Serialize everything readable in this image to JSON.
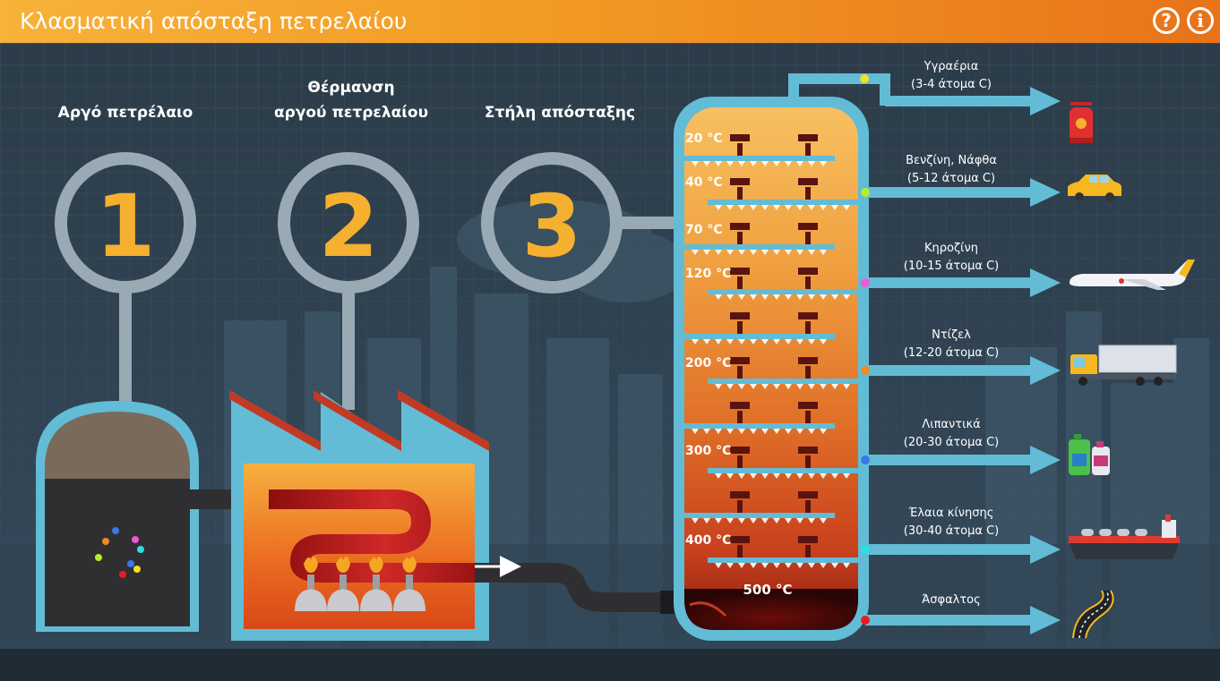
{
  "app": {
    "title": "Κλασματική απόσταξη πετρελαίου",
    "help_label": "?",
    "info_label": "i"
  },
  "steps": [
    {
      "number": "1",
      "label_line1": "",
      "label_line2": "Αργό πετρέλαιο"
    },
    {
      "number": "2",
      "label_line1": "Θέρμανση",
      "label_line2": "αργού πετρελαίου"
    },
    {
      "number": "3",
      "label_line1": "",
      "label_line2": "Στήλη απόσταξης"
    }
  ],
  "column": {
    "temperatures": [
      "20 °C",
      "40 °C",
      "70 °C",
      "120 °C",
      "200 °C",
      "300 °C",
      "400 °C",
      "500 °C"
    ]
  },
  "fractions": [
    {
      "name": "Υγραέρια",
      "carbons": "(3-4 άτομα C)",
      "dot_color": "#f2e12a",
      "icon": "gas-cylinder-icon"
    },
    {
      "name": "Βενζίνη, Νάφθα",
      "carbons": "(5-12 άτομα C)",
      "dot_color": "#b6ee2a",
      "icon": "car-icon"
    },
    {
      "name": "Κηροζίνη",
      "carbons": "(10-15 άτομα C)",
      "dot_color": "#ee5ad6",
      "icon": "airplane-icon"
    },
    {
      "name": "Ντίζελ",
      "carbons": "(12-20 άτομα C)",
      "dot_color": "#f08a22",
      "icon": "truck-icon"
    },
    {
      "name": "Λιπαντικά",
      "carbons": "(20-30 άτομα C)",
      "dot_color": "#3a78e6",
      "icon": "lubricant-bottles-icon"
    },
    {
      "name": "Έλαια κίνησης",
      "carbons": "(30-40 άτομα C)",
      "dot_color": "#2ae0e6",
      "icon": "ship-icon"
    },
    {
      "name": "Άσφαλτος",
      "carbons": "",
      "dot_color": "#e81c1c",
      "icon": "road-icon"
    }
  ],
  "colors": {
    "accent": "#f6b02f",
    "pipe": "#62bcd6",
    "background": "#2a3a47"
  }
}
